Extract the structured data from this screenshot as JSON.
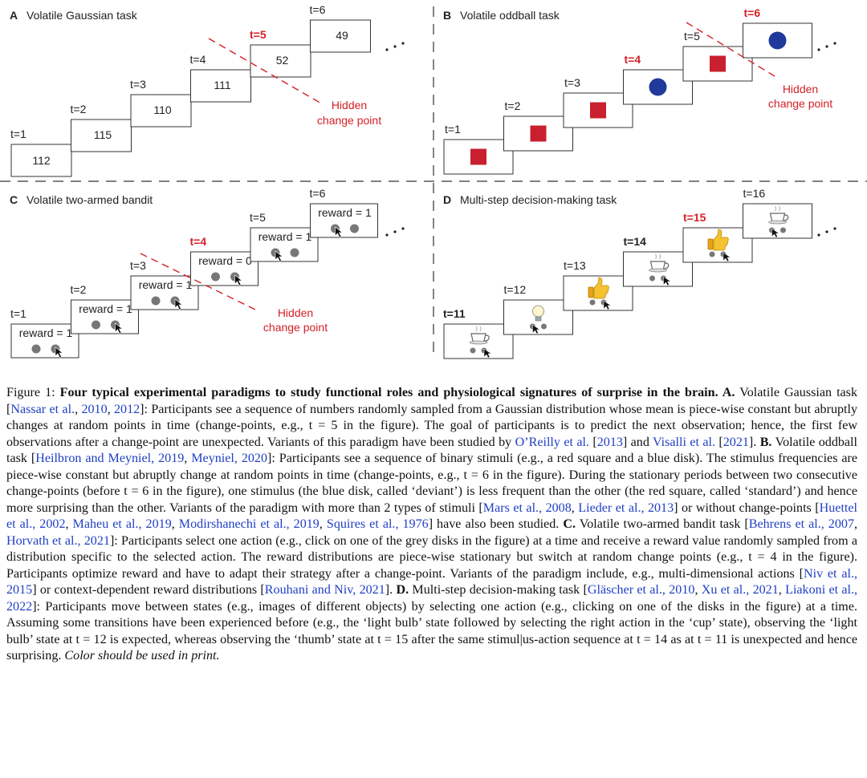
{
  "panels": {
    "A": {
      "letter": "A",
      "title": "Volatile Gaussian task",
      "steps": [
        "t=1",
        "t=2",
        "t=3",
        "t=4",
        "t=5",
        "t=6"
      ],
      "values": [
        "112",
        "115",
        "110",
        "111",
        "52",
        "49"
      ],
      "surprise_step": 5,
      "change_label": [
        "Hidden",
        "change point"
      ]
    },
    "B": {
      "letter": "B",
      "title": "Volatile oddball task",
      "steps": [
        "t=1",
        "t=2",
        "t=3",
        "t=4",
        "t=5",
        "t=6"
      ],
      "stimuli": [
        "red-square",
        "red-square",
        "red-square",
        "blue-disk",
        "red-square",
        "blue-disk"
      ],
      "surprise_steps": [
        4,
        6
      ],
      "change_label": [
        "Hidden",
        "change point"
      ]
    },
    "C": {
      "letter": "C",
      "title": "Volatile two-armed bandit",
      "steps": [
        "t=1",
        "t=2",
        "t=3",
        "t=4",
        "t=5",
        "t=6"
      ],
      "rewards": [
        "reward = 1",
        "reward = 1",
        "reward = 1",
        "reward = 0",
        "reward = 1",
        "reward = 1"
      ],
      "choice": [
        "right",
        "right",
        "right",
        "right",
        "left",
        "left"
      ],
      "surprise_step": 4,
      "change_label": [
        "Hidden",
        "change point"
      ]
    },
    "D": {
      "letter": "D",
      "title": "Multi-step decision-making task",
      "steps": [
        "t=11",
        "t=12",
        "t=13",
        "t=14",
        "t=15",
        "t=16"
      ],
      "states": [
        "cup",
        "light-bulb",
        "thumb",
        "cup",
        "thumb",
        "cup"
      ],
      "choice": [
        "right",
        "left",
        "right",
        "right",
        "right",
        "left"
      ],
      "surprise_step": 15
    }
  },
  "caption": {
    "label": "Figure 1:",
    "title": "Four typical experimental paradigms to study functional roles and physiological signatures of surprise in the brain.",
    "parts": [
      {
        "b": " A."
      },
      {
        "t": " Volatile Gaussian task ["
      },
      {
        "c": "Nassar et al."
      },
      {
        "t": ", "
      },
      {
        "c": "2010"
      },
      {
        "t": ", "
      },
      {
        "c": "2012"
      },
      {
        "t": "]: Participants see a sequence of numbers randomly sampled from a Gaussian distribution whose mean is piece-wise constant but abruptly changes at random points in time (change-points, e.g., t = 5 in the figure). The goal of participants is to predict the next observation; hence, the first few observations after a change-point are unexpected. Variants of this paradigm have been studied by "
      },
      {
        "c": "O’Reilly et al."
      },
      {
        "t": " ["
      },
      {
        "c": "2013"
      },
      {
        "t": "] and "
      },
      {
        "c": "Visalli et al."
      },
      {
        "t": " ["
      },
      {
        "c": "2021"
      },
      {
        "t": "]."
      },
      {
        "b": " B."
      },
      {
        "t": " Volatile oddball task ["
      },
      {
        "c": "Heilbron and Meyniel, 2019"
      },
      {
        "t": ", "
      },
      {
        "c": "Meyniel, 2020"
      },
      {
        "t": "]: Participants see a sequence of binary stimuli (e.g., a red square and a blue disk). The stimulus frequencies are piece-wise constant but abruptly change at random points in time (change-points, e.g., t = 6 in the figure). During the stationary periods between two consecutive change-points (before t = 6 in the figure), one stimulus (the blue disk, called ‘deviant’) is less frequent than the other (the red square, called ‘standard’) and hence more surprising than the other. Variants of the paradigm with more than 2 types of stimuli ["
      },
      {
        "c": "Mars et al., 2008"
      },
      {
        "t": ", "
      },
      {
        "c": "Lieder et al., 2013"
      },
      {
        "t": "] or without change-points ["
      },
      {
        "c": "Huettel et al., 2002"
      },
      {
        "t": ", "
      },
      {
        "c": "Maheu et al., 2019"
      },
      {
        "t": ", "
      },
      {
        "c": "Modirshanechi et al., 2019"
      },
      {
        "t": ", "
      },
      {
        "c": "Squires et al., 1976"
      },
      {
        "t": "] have also been studied."
      },
      {
        "b": " C."
      },
      {
        "t": " Volatile two-armed bandit task ["
      },
      {
        "c": "Behrens et al., 2007"
      },
      {
        "t": ", "
      },
      {
        "c": "Horvath et al., 2021"
      },
      {
        "t": "]: Participants select one action (e.g., click on one of the grey disks in the figure) at a time and receive a reward value randomly sampled from a distribution specific to the selected action. The reward distributions are piece-wise stationary but switch at random change points (e.g., t = 4 in the figure). Participants optimize reward and have to adapt their strategy after a change-point. Variants of the paradigm include, e.g., multi-dimensional actions ["
      },
      {
        "c": "Niv et al., 2015"
      },
      {
        "t": "] or context-dependent reward distributions ["
      },
      {
        "c": "Rouhani and Niv, 2021"
      },
      {
        "t": "]."
      },
      {
        "b": " D."
      },
      {
        "t": " Multi-step decision-making task ["
      },
      {
        "c": "Gläscher et al., 2010"
      },
      {
        "t": ", "
      },
      {
        "c": "Xu et al., 2021"
      },
      {
        "t": ", "
      },
      {
        "c": "Liakoni et al., 2022"
      },
      {
        "t": "]: Participants move between states (e.g., images of different objects) by selecting one action (e.g., clicking on one of the disks in the figure) at a time. Assuming some transitions have been experienced before (e.g., the ‘light bulb’ state followed by selecting the right action in the ‘cup’ state), observing the ‘light bulb’ state at t = 12 is expected, whereas observing the ‘thumb’ state at t = 15 after the same stimul|us-action sequence at t = 14 as at t = 11 is unexpected and hence surprising. "
      },
      {
        "i": "Color should be used in print."
      }
    ]
  },
  "colors": {
    "surprise": "#d42027",
    "red_stim": "#c8202e",
    "blue_stim": "#1f3a9a",
    "disk": "#777777",
    "link": "#1f3fc4"
  }
}
